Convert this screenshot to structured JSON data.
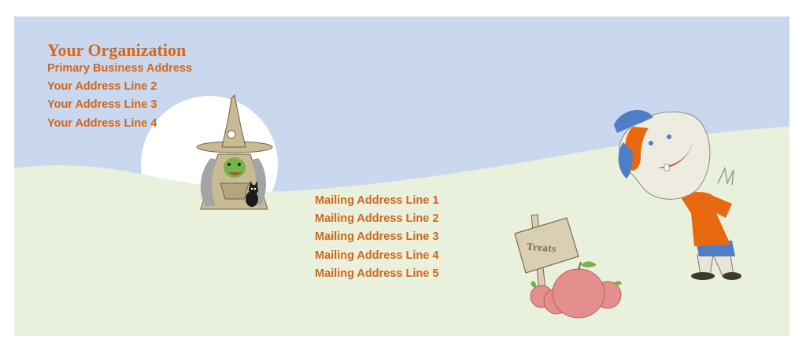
{
  "sender": {
    "organization": "Your Organization",
    "lines": [
      "Primary Business Address",
      "Your Address Line 2",
      "Your Address Line 3",
      "Your Address Line 4"
    ]
  },
  "recipient": {
    "lines": [
      "Mailing Address Line 1",
      "Mailing Address Line 2",
      "Mailing Address Line 3",
      "Mailing Address Line 4",
      "Mailing Address Line 5"
    ]
  },
  "sign": {
    "text": "Treats"
  },
  "colors": {
    "sky": "#c9d8ee",
    "ground": "#e9f0dc",
    "moon": "#ffffff",
    "text_accent": "#d5661c",
    "witch_robe": "#c8bb94",
    "sign": "#d9cfb4",
    "apples": "#e58e8e",
    "shirt": "#e8680f",
    "cap": "#4f7ec6"
  },
  "icons": [
    "witch-icon",
    "black-cat-icon",
    "moon-icon",
    "treats-sign-icon",
    "apples-icon",
    "monster-kid-icon"
  ]
}
